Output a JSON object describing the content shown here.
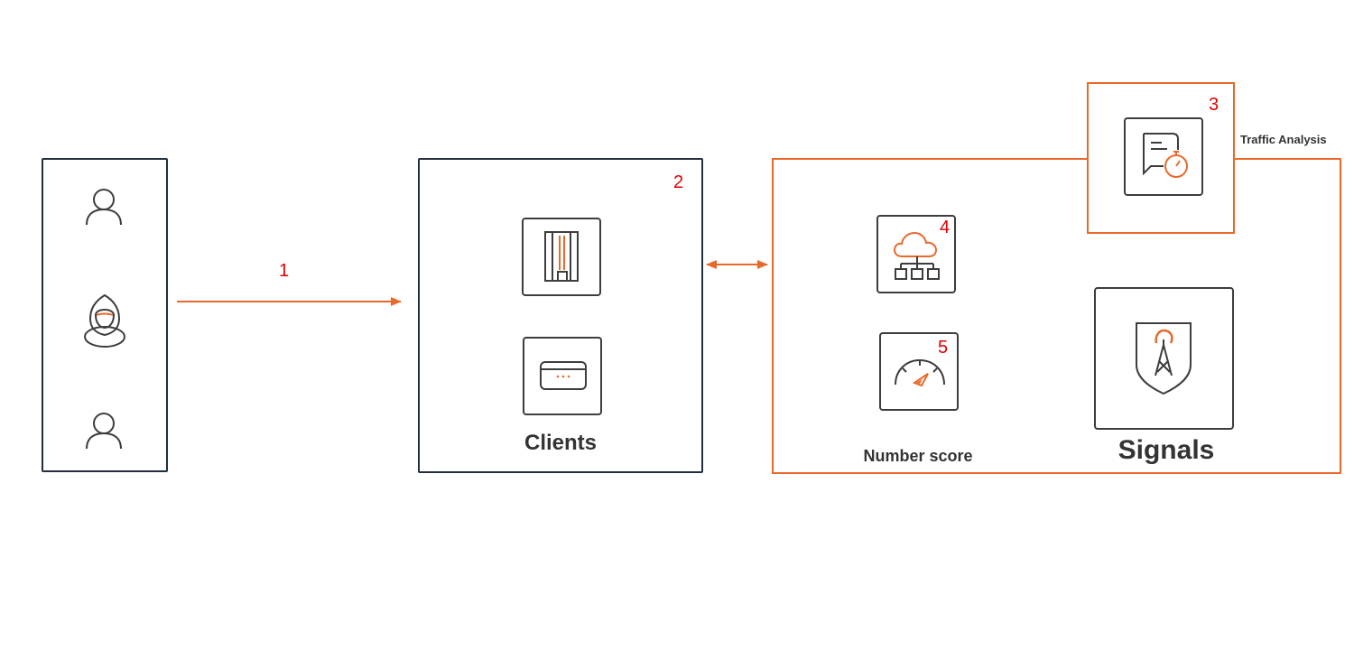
{
  "steps": {
    "step1": "1",
    "step2": "2",
    "step3": "3",
    "step4": "4",
    "step5": "5"
  },
  "labels": {
    "clients": "Clients",
    "signals": "Signals",
    "number_score": "Number score",
    "traffic_analysis": "Traffic Analysis"
  },
  "icons": {
    "users": [
      "user-icon",
      "hooded-attacker-icon",
      "user-icon"
    ],
    "clients": [
      "mobile-app-icon",
      "credit-card-icon"
    ],
    "signals": [
      "cloud-network-icon",
      "speedometer-icon",
      "traffic-analysis-icon",
      "signal-tower-shield-icon"
    ]
  },
  "colors": {
    "accent": "#e8692a",
    "step_number": "#e00000",
    "frame": "#232f3e",
    "text": "#333333"
  }
}
